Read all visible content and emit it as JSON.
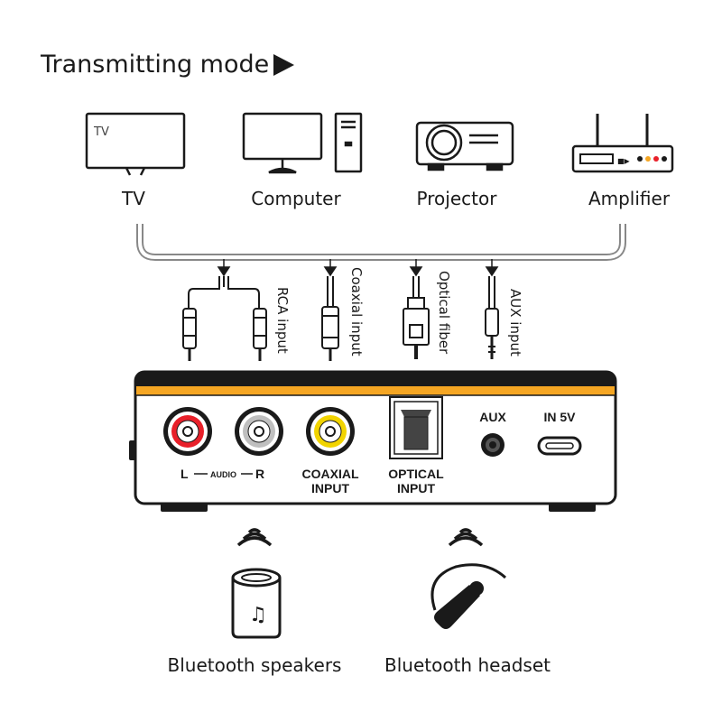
{
  "title": "Transmitting mode",
  "devices": [
    {
      "label": "TV",
      "icon": "tv-icon",
      "screen_text": "TV"
    },
    {
      "label": "Computer",
      "icon": "computer-icon"
    },
    {
      "label": "Projector",
      "icon": "projector-icon"
    },
    {
      "label": "Amplifier",
      "icon": "amplifier-icon"
    }
  ],
  "cables": [
    {
      "label": "RCA input"
    },
    {
      "label": "Coaxial input"
    },
    {
      "label": "Optical fiber"
    },
    {
      "label": "AUX input"
    }
  ],
  "ports": {
    "audio_l": "L",
    "audio_mid": "AUDIO",
    "audio_r": "R",
    "coaxial_line1": "COAXIAL",
    "coaxial_line2": "INPUT",
    "optical_line1": "OPTICAL",
    "optical_line2": "INPUT",
    "aux": "AUX",
    "power": "IN 5V"
  },
  "outputs": [
    {
      "label": "Bluetooth speakers",
      "icon": "speaker-icon"
    },
    {
      "label": "Bluetooth headset",
      "icon": "headset-icon"
    }
  ],
  "colors": {
    "accent": "#F5A623",
    "red": "#E8202A",
    "yellow": "#F2D400",
    "dark": "#1A1A1A"
  }
}
